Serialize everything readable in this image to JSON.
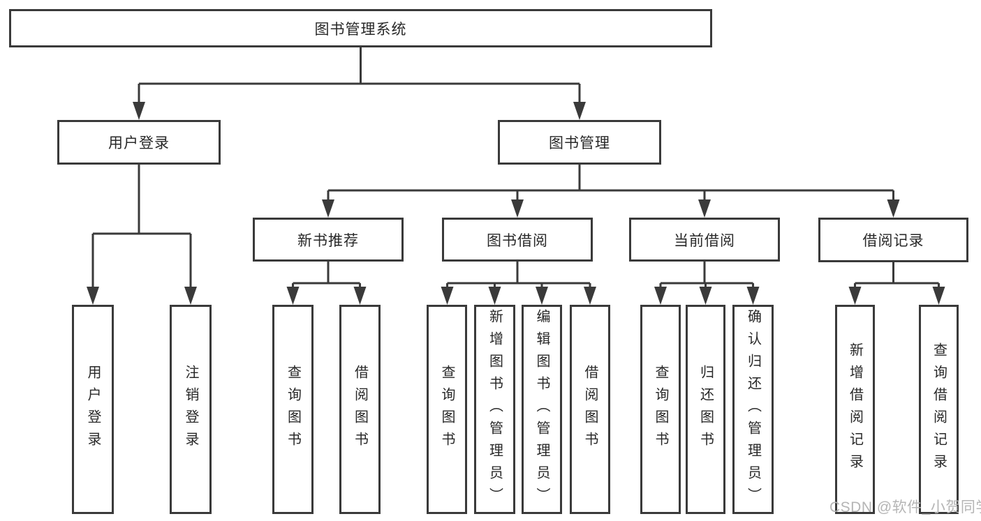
{
  "title": "图书管理系统",
  "branches": [
    {
      "label": "用户登录",
      "leaves": [
        "用户登录",
        "注销登录"
      ]
    },
    {
      "label": "图书管理",
      "groups": [
        {
          "label": "新书推荐",
          "leaves": [
            "查询图书",
            "借阅图书"
          ]
        },
        {
          "label": "图书借阅",
          "leaves": [
            "查询图书",
            "新增图书（管理员）",
            "编辑图书（管理员）",
            "借阅图书"
          ]
        },
        {
          "label": "当前借阅",
          "leaves": [
            "查询图书",
            "归还图书",
            "确认归还（管理员）"
          ]
        },
        {
          "label": "借阅记录",
          "leaves": [
            "新增借阅记录",
            "查询借阅记录"
          ]
        }
      ]
    }
  ],
  "watermark": "CSDN @软件_小贺同学",
  "colors": {
    "line": "#3a3a3a",
    "text": "#282828",
    "watermark": "#b5b5b5",
    "background": "#ffffff"
  }
}
